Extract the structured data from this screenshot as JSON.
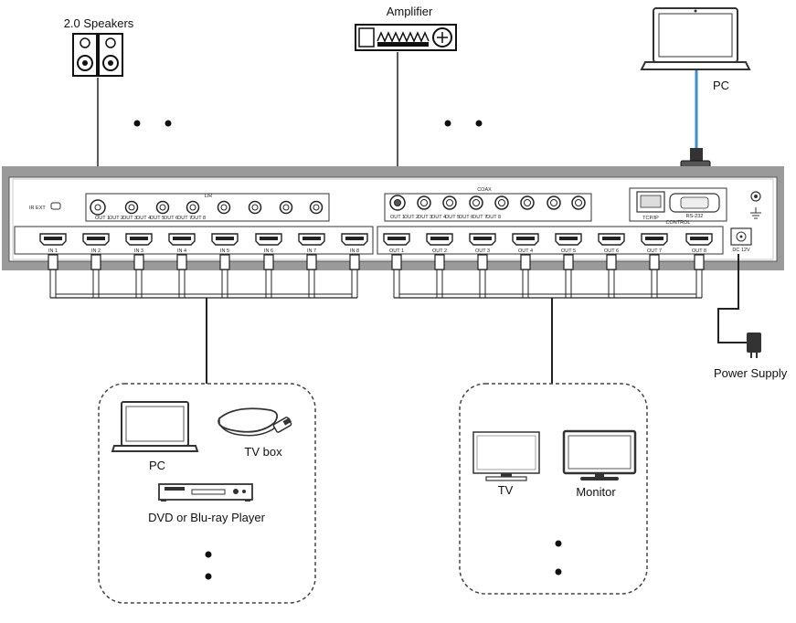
{
  "devices": {
    "speakers": "2.0 Speakers",
    "amplifier": "Amplifier",
    "pc_top": "PC",
    "power_supply": "Power Supply"
  },
  "panel": {
    "ir_ext": "IR EXT",
    "lr_label": "L/R",
    "coax_label": "COAX",
    "tcp_ip": "TCP/IP",
    "rs232": "RS-232",
    "control": "CONTROL",
    "dc": "DC 12V",
    "audio_out_labels": [
      "OUT 1",
      "OUT 2",
      "OUT 3",
      "OUT 4",
      "OUT 5",
      "OUT 6",
      "OUT 7",
      "OUT 8"
    ],
    "hdmi_inputs": [
      "IN 1",
      "IN 2",
      "IN 3",
      "IN 4",
      "IN 5",
      "IN 6",
      "IN 7",
      "IN 8"
    ],
    "hdmi_outputs": [
      "OUT 1",
      "OUT 2",
      "OUT 3",
      "OUT 4",
      "OUT 5",
      "OUT 6",
      "OUT 7",
      "OUT 8"
    ]
  },
  "sources": {
    "pc": "PC",
    "tv_box": "TV box",
    "player": "DVD or Blu-ray Player"
  },
  "displays": {
    "tv": "TV",
    "monitor": "Monitor"
  },
  "colors": {
    "panel_frame": "#9a9a9a",
    "network_cable": "#3f8fd0",
    "line": "#222222"
  }
}
